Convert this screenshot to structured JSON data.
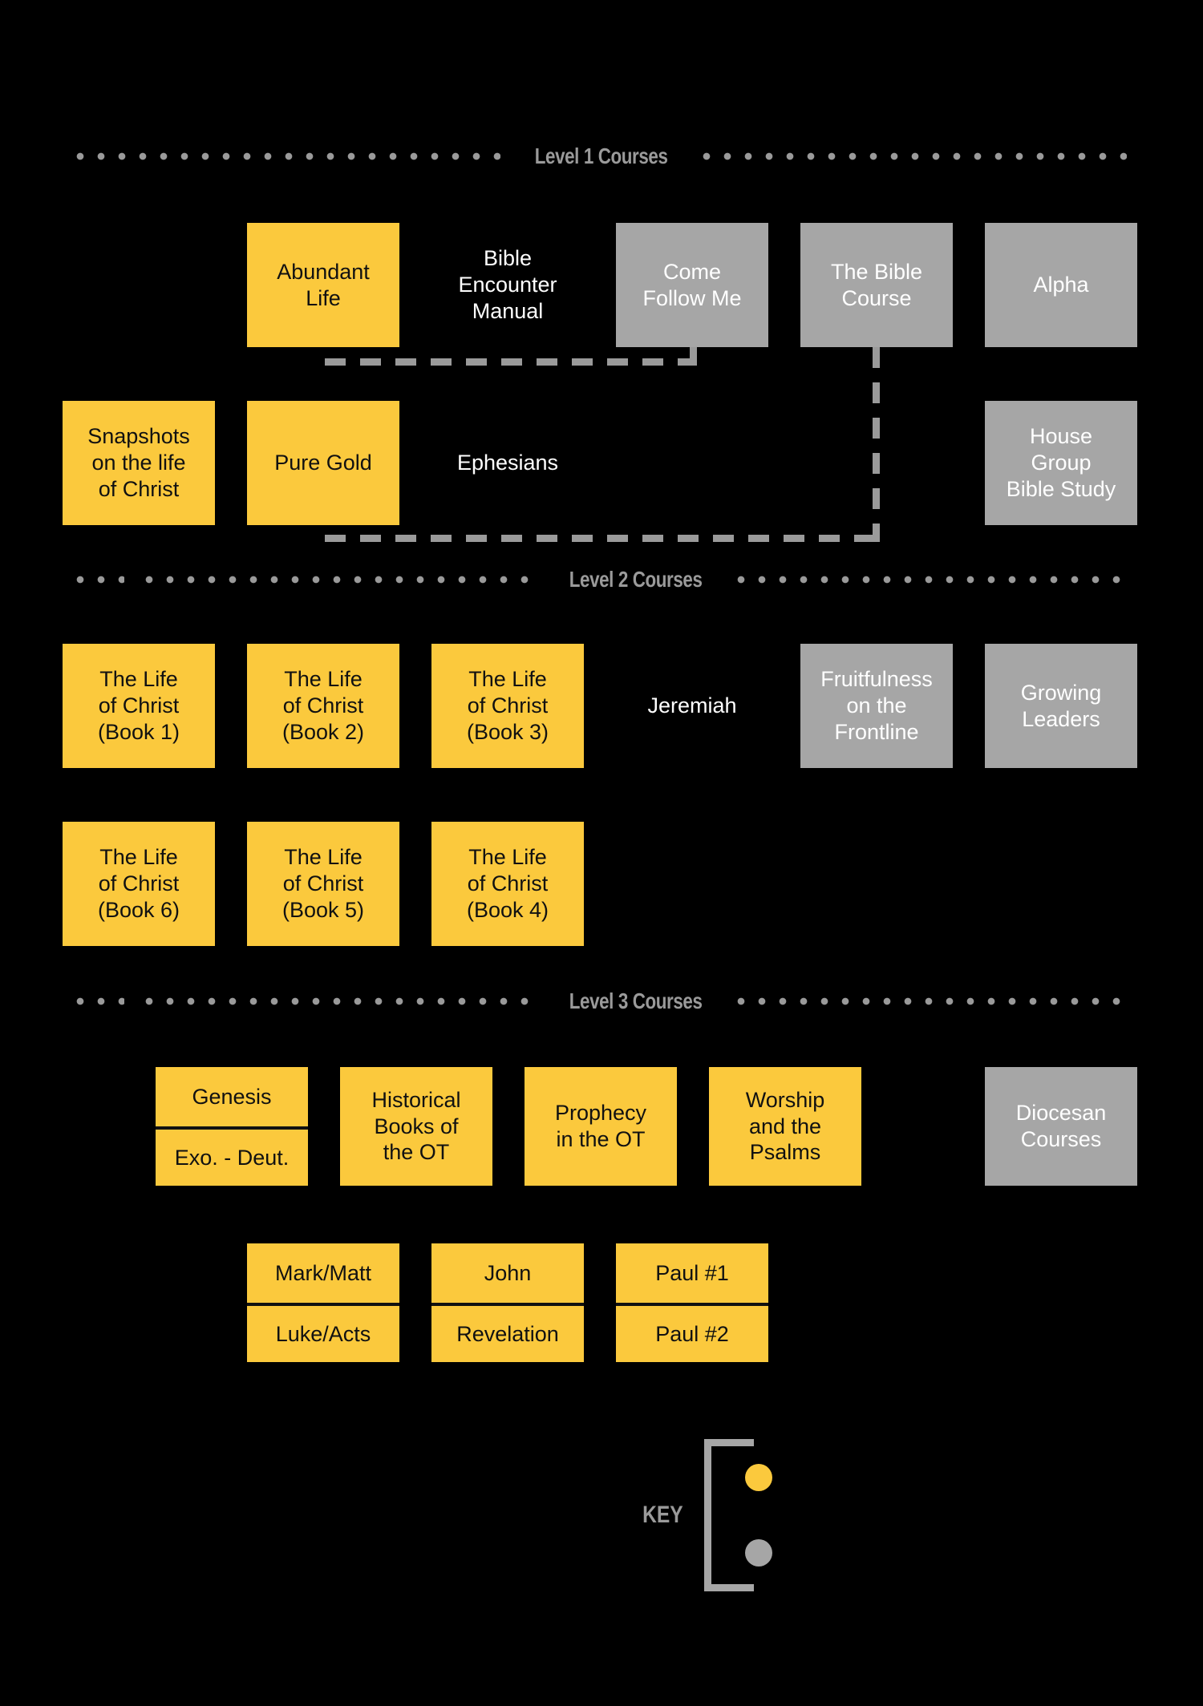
{
  "page": {
    "background": "#000000",
    "colors": {
      "yellow": "#FBC93D",
      "grey": "#A6A6A6",
      "text_light": "#FFFFFF",
      "text_dark": "#111111",
      "separator": "#9A9A9A"
    }
  },
  "separators": {
    "level1": "Level 1 Courses",
    "level2": "Level 2 Courses",
    "level3": "Level 3 Courses"
  },
  "level1": {
    "row1": [
      {
        "label": "Abundant\nLife",
        "style": "yellow"
      },
      {
        "label": "Bible\nEncounter\nManual",
        "style": "plain"
      },
      {
        "label": "Come\nFollow Me",
        "style": "grey"
      },
      {
        "label": "The Bible\nCourse",
        "style": "grey"
      },
      {
        "label": "Alpha",
        "style": "grey"
      }
    ],
    "row2": [
      {
        "label": "Snapshots\non the life\nof Christ",
        "style": "yellow"
      },
      {
        "label": "Pure Gold",
        "style": "yellow"
      },
      {
        "label": "Ephesians",
        "style": "plain"
      },
      {
        "label": "House\nGroup\nBible Study",
        "style": "grey"
      }
    ]
  },
  "level2": {
    "row1": [
      {
        "label": "The Life\nof Christ\n(Book 1)",
        "style": "yellow"
      },
      {
        "label": "The Life\nof Christ\n(Book 2)",
        "style": "yellow"
      },
      {
        "label": "The Life\nof Christ\n(Book 3)",
        "style": "yellow"
      },
      {
        "label": "Jeremiah",
        "style": "plain"
      },
      {
        "label": "Fruitfulness\non the\nFrontline",
        "style": "grey"
      },
      {
        "label": "Growing\nLeaders",
        "style": "grey"
      }
    ],
    "row2": [
      {
        "label": "The Life\nof Christ\n(Book 6)",
        "style": "yellow"
      },
      {
        "label": "The Life\nof Christ\n(Book 5)",
        "style": "yellow"
      },
      {
        "label": "The Life\nof Christ\n(Book 4)",
        "style": "yellow"
      }
    ]
  },
  "level3": {
    "row1": [
      {
        "top": "Genesis",
        "bottom": "Exo. - Deut.",
        "style": "yellow",
        "split": true
      },
      {
        "label": "Historical\nBooks of\nthe OT",
        "style": "yellow"
      },
      {
        "label": "Prophecy\nin the OT",
        "style": "yellow"
      },
      {
        "label": "Worship\nand the\nPsalms",
        "style": "yellow"
      },
      {
        "label": "Diocesan\nCourses",
        "style": "grey"
      }
    ],
    "row2": [
      {
        "top": "Mark/Matt",
        "bottom": "Luke/Acts",
        "style": "yellow",
        "split": true
      },
      {
        "top": "John",
        "bottom": "Revelation",
        "style": "yellow",
        "split": true
      },
      {
        "top": "Paul #1",
        "bottom": "Paul #2",
        "style": "yellow",
        "split": true
      }
    ]
  },
  "key": {
    "label": "KEY",
    "swatches": [
      {
        "name": "yellow-swatch",
        "color": "#FBC93D"
      },
      {
        "name": "grey-swatch",
        "color": "#A6A6A6"
      }
    ]
  }
}
